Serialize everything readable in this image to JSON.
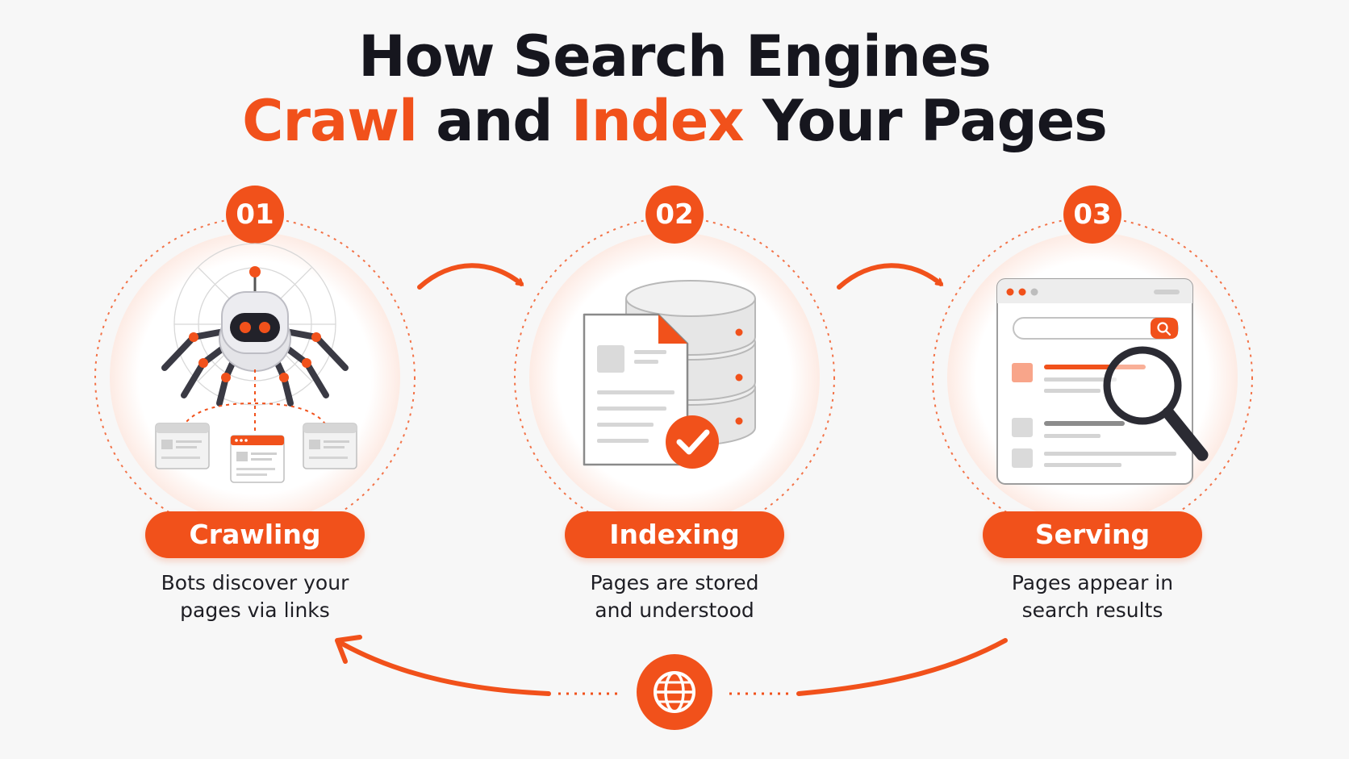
{
  "title": {
    "line1": "How Search Engines",
    "line2_word1": "Crawl",
    "line2_word2": " and ",
    "line2_word3": "Index",
    "line2_word4": " Your Pages"
  },
  "colors": {
    "accent": "#f1511b",
    "dark": "#16161e",
    "gray": "#c9c9c9",
    "background": "#f7f7f7"
  },
  "steps": [
    {
      "number": "01",
      "label": "Crawling",
      "desc_line1": "Bots discover your",
      "desc_line2": "pages via links",
      "icon": "spider-robot-icon"
    },
    {
      "number": "02",
      "label": "Indexing",
      "desc_line1": "Pages are stored",
      "desc_line2": "and understood",
      "icon": "database-document-icon"
    },
    {
      "number": "03",
      "label": "Serving",
      "desc_line1": "Pages appear in",
      "desc_line2": "search results",
      "icon": "search-results-icon"
    }
  ],
  "cycle_icon": "globe-icon"
}
